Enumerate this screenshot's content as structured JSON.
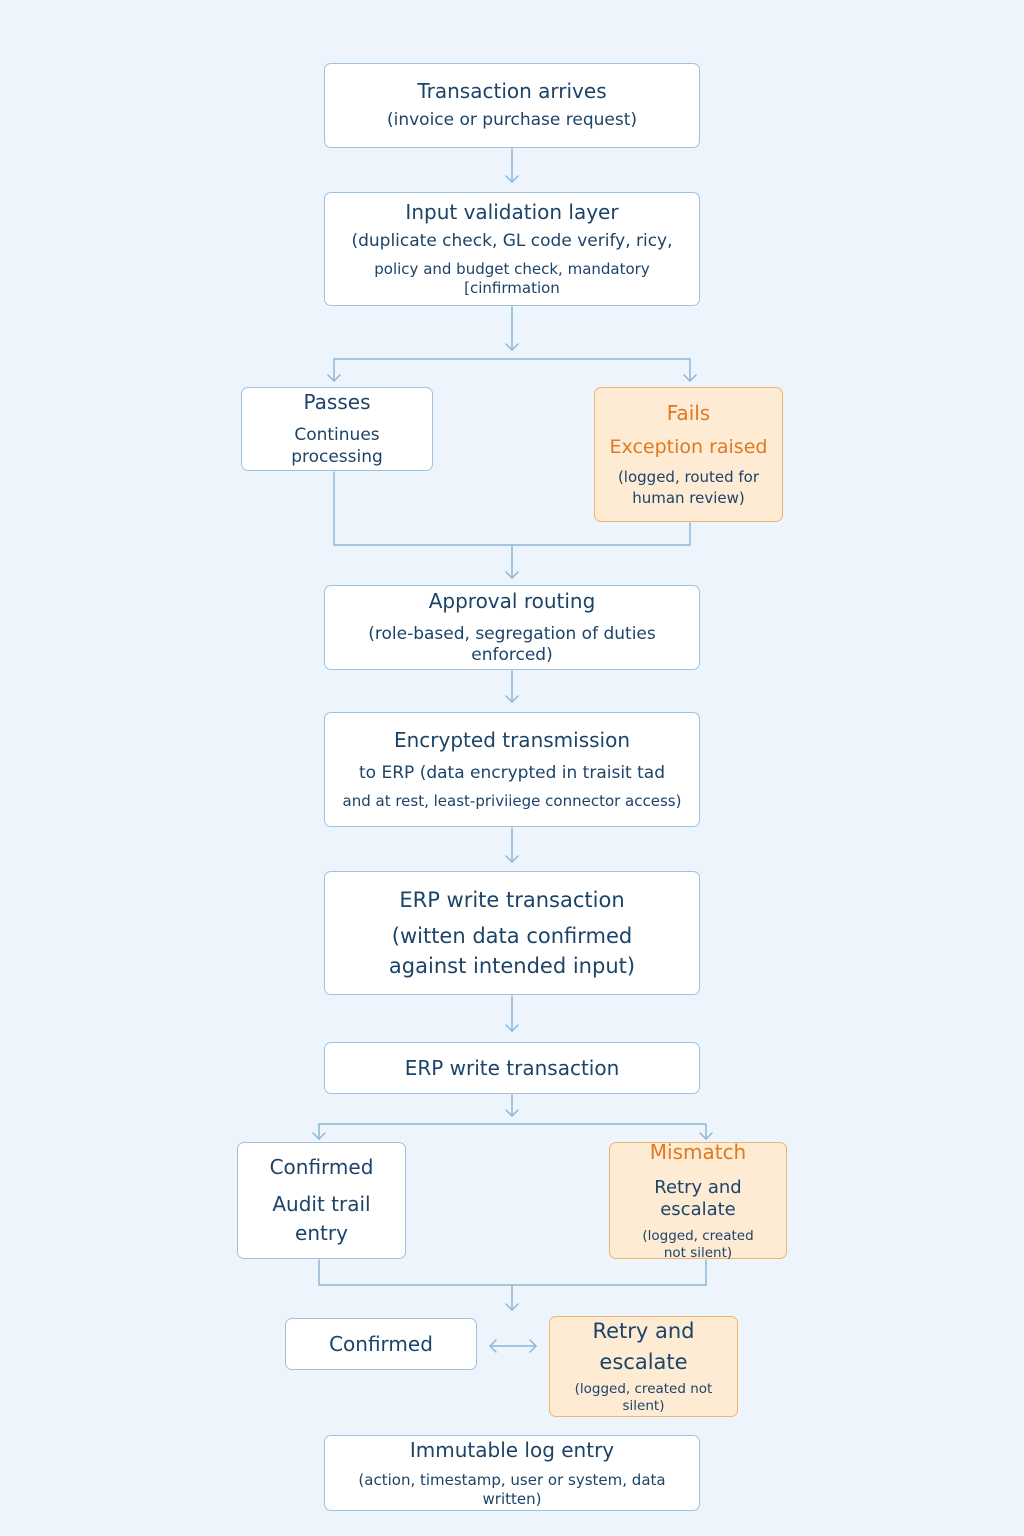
{
  "colors": {
    "background": "#edf4fc",
    "box_border": "#9fc3df",
    "connector": "#8cb8d8",
    "text": "#1c4368",
    "warn_fill": "#fdebd4",
    "warn_border": "#efb56c",
    "warn_text": "#e0791f"
  },
  "nodes": {
    "arrives": {
      "title": "Transaction arrives",
      "sub": "(invoice or purchase request)"
    },
    "validation": {
      "title": "Input validation layer",
      "line1": "(duplicate check, GL code verify, ricy,",
      "line2": "policy and budget check, mandatory [cinfirmation"
    },
    "passes": {
      "title": "Passes",
      "sub": "Continues processing"
    },
    "fails": {
      "title": "Fails",
      "sub": "Exception raised",
      "line1": "(logged, routed for",
      "line2": "human review)"
    },
    "approval": {
      "title": "Approval routing",
      "sub": "(role-based, segregation of duties enforced)"
    },
    "encrypted": {
      "title": "Encrypted transmission",
      "line1": "to ERP (data encrypted in traisit tad",
      "line2": "and at rest, least-priviiege connector access)"
    },
    "erp_write_1": {
      "title": "ERP write transaction",
      "line1": "(witten data confirmed",
      "line2": "against intended input)"
    },
    "erp_write_2": {
      "title": "ERP write transaction"
    },
    "confirmed_1": {
      "title": "Confirmed",
      "line1": "Audit trail",
      "line2": "entry"
    },
    "mismatch": {
      "title": "Mismatch",
      "sub": "Retry and escalate",
      "line1": "(logged, created",
      "line2": "not silent)"
    },
    "confirmed_2": {
      "title": "Confirmed"
    },
    "retry": {
      "line1": "Retry and",
      "line2": "escalate",
      "sub": "(logged, created not silent)"
    },
    "immutable": {
      "title": "Immutable log entry",
      "sub": "(action, timestamp, user or system, data written)"
    }
  }
}
